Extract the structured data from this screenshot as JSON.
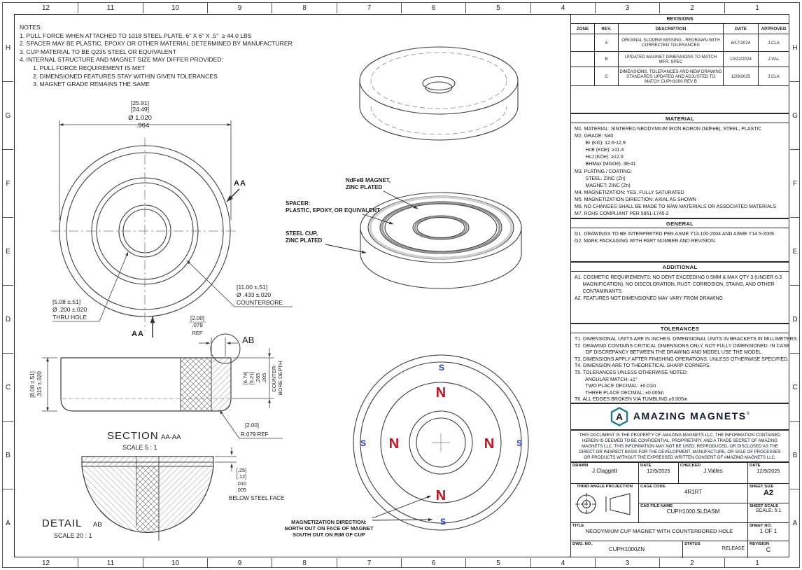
{
  "zones": {
    "cols": [
      "12",
      "11",
      "10",
      "9",
      "8",
      "7",
      "6",
      "5",
      "4",
      "3",
      "2",
      "1"
    ],
    "rows": [
      "H",
      "G",
      "F",
      "E",
      "D",
      "C",
      "B",
      "A"
    ]
  },
  "notes": {
    "lines": [
      "NOTES:",
      "1. PULL FORCE WHEN ATTACHED TO 1018 STEEL PLATE, 6\" X 6\" X .5\"  ≥ 44.0 LBS",
      "2. SPACER MAY BE PLASTIC, EPOXY OR OTHER MATERIAL DETERMINED BY MANUFACTURER",
      "3. CUP MATERIAL TO BE Q235 STEEL OR EQUIVALENT",
      "4. INTERNAL STRUCTURE AND MAGNET SIZE MAY DIFFER PROVIDED:",
      "        1. PULL FORCE REQUIREMENT IS MET",
      "        2. DIMENSIONED FEATURES STAY WITHIN GIVEN TOLERANCES",
      "        3. MAGNET GRADE REMAINS THE SAME"
    ]
  },
  "views": {
    "front": {
      "dim1": [
        "[25.91]",
        "[24.49]",
        "Ø 1.020",
        ".964"
      ],
      "thru": [
        "[5.08 ±.51]",
        "Ø .200 ±.020",
        "THRU HOLE"
      ],
      "cbore": [
        "[11.00 ±.51]",
        "Ø .433 ±.020",
        "COUNTERBORE"
      ],
      "section_arrow": "AA"
    },
    "section": {
      "name": "SECTION",
      "suffix": "AA-AA",
      "scale": "SCALE 5 : 1",
      "h_dim": [
        "[8.00 ±.51]",
        ".315 ±.020"
      ],
      "wall": [
        "[2.00]",
        ".079",
        "REF"
      ],
      "depth": [
        "[6.74]",
        "[5.21]",
        ".265",
        ".205"
      ],
      "depth_label": [
        "COUNTER-",
        "BORE DEPTH"
      ],
      "radius": [
        "[2.00]",
        "R.079  REF"
      ],
      "detail_ref": "AB"
    },
    "detail": {
      "name": "DETAIL",
      "suffix": "AB",
      "scale": "SCALE 20 : 1",
      "thick": [
        "[.25]",
        "[.12]",
        ".010",
        ".005"
      ],
      "below": "BELOW STEEL FACE"
    },
    "callouts": {
      "magnet": [
        "NdFeB MAGNET,",
        "ZINC PLATED"
      ],
      "spacer": [
        "SPACER:",
        "PLASTIC, EPOXY, OR EQUIVALENT"
      ],
      "cup": [
        "STEEL CUP,",
        "ZINC PLATED"
      ]
    },
    "mag": {
      "n": "N",
      "s": "S",
      "north_color": "#c1121f",
      "south_color": "#1d3bbf",
      "note": [
        "MAGNETIZATION DIRECTION:",
        "NORTH OUT ON FACE OF MAGNET",
        "SOUTH OUT ON RIM OF CUP"
      ]
    }
  },
  "revisions": {
    "title": "REVISIONS",
    "headers": [
      "ZONE",
      "REV.",
      "DESCRIPTION",
      "DATE",
      "APPROVED"
    ],
    "rows": [
      {
        "zone": "",
        "rev": "A",
        "desc": "ORIGINAL SLDDRW MISSING - REDRAWN WITH CORRECTED TOLERANCES",
        "date": "6/17/2024",
        "appr": "J.CLA"
      },
      {
        "zone": "",
        "rev": "B",
        "desc": "UPDATED MAGNET DIMENSIONS TO MATCH MFR. SPEC",
        "date": "10/22/2024",
        "appr": "J.VAL"
      },
      {
        "zone": "",
        "rev": "C",
        "desc": "DIMENSIONS, TOLERANCES AND NEW DRAWING STANDARDS UPDATED AND ADJUSTED TO MATCH CUPH1000 REV B",
        "date": "12/9/2025",
        "appr": "J.CLA"
      }
    ]
  },
  "material": {
    "title": "MATERIAL",
    "lines": [
      "M1. MATERIAL: SINTERED NEODYMIUM IRON BORON (NdFeB), STEEL, PLASTIC",
      "M2. GRADE: N40",
      "        Br (KG): 12.6-12.9",
      "        HcB (KOe): ≥11.4",
      "        HcJ (KOe): ≥12.0",
      "        BHMax (MGOe): 38-41",
      "M3. PLATING / COATING:",
      "        STEEL: ZINC (Zn)",
      "        MAGNET: ZINC (Zn)",
      "M4. MAGNETIZATION: YES, FULLY SATURATED",
      "M5. MAGNETIZATION DIRECTION: AXIAL AS SHOWN",
      "M6. NO CHANGES SHALL BE MADE TO RAW MATERIALS OR ASSOCIATED MATERIALS",
      "M7. ROHS COMPLIANT PER 5951-1745-2"
    ]
  },
  "general": {
    "title": "GENERAL",
    "lines": [
      "G1. DRAWINGS TO BE INTERPRETED PER ASME Y14.100-2004 AND ASME Y14.5-2009.",
      "G2. MARK PACKAGING WITH PART NUMBER AND REVISION."
    ]
  },
  "additional": {
    "title": "ADDITIONAL",
    "lines": [
      "A1. COSMETIC REQUIREMENTS: NO DENT EXCEEDING 0.5MM & MAX QTY 3 (UNDER 6.3",
      "      MAGNIFICATION). NO DISCOLORATION, RUST, CORROSION, STAINS, AND OTHER",
      "      CONTAMINANTS.",
      "A2. FEATURES NOT DIMENSIONED MAY VARY FROM DRAWING"
    ]
  },
  "tolerances": {
    "title": "TOLERANCES",
    "lines": [
      "T1. DIMENSIONAL UNITS ARE IN INCHES. DIMENSIONAL UNITS IN BRACKETS IN MILLIMETERS.",
      "T2. DRAWING CONTAINS CRITICAL DIMENSIONS ONLY, NOT FULLY DIMENSIONED. IN CASE",
      "        OF DISCREPANCY BETWEEN THE DRAWING AND MODEL USE THE MODEL.",
      "T3. DIMENSIONS APPLY AFTER FINISHING OPERATIONS, UNLESS OTHERWISE SPECIFIED.",
      "T4. DIMENSION ARE TO THEORETICAL SHARP CORNERS.",
      "T5. TOLERANCES UNLESS OTHERWISE NOTED:",
      "        ANGULAR MATCH: ±1°",
      "        TWO PLACE DECIMAL: ±0.01in",
      "        THREE PLACE DECIMAL: ±0.005in",
      "T6. ALL EDGES BROKEN VIA TUMBLING ≥0.005in"
    ]
  },
  "brand": {
    "name": "AMAZING MAGNETS",
    "reg": "®",
    "icon_letter": "A",
    "accent": "#1d7a8c",
    "legal": "THIS DOCUMENT IS THE PROPERTY OF AMAZING MAGNETS LLC. THE INFORMATION CONTAINED HEREIN IS DEEMED TO BE CONFIDENTIAL, PROPRIETARY, AND A TRADE SECRET OF AMAZING MAGNETS LLC. THIS INFORMATION MAY NOT BE USED, REPRODUCED, OR DISCLOSED AS THE DIRECT OR INDIRECT BASIS FOR THE DEVELOPMENT, MANUFACTURE, OR SALE OF PROCESSES OR PRODUCTS WITHOUT THE EXPRESSED WRITTEN CONSENT OF AMAZING MAGNETS LLC."
  },
  "tb": {
    "drawn_label": "DRAWN",
    "drawn": "J.Claggett",
    "date1_label": "DATE",
    "date1": "12/9/2025",
    "checked_label": "CHECKED",
    "checked": "J.Valles",
    "date2_label": "DATE",
    "date2": "12/9/2025",
    "proj_label": "THIRD ANGLE PROJECTION",
    "cage_label": "CAGE CODE",
    "cage": "4R1R7",
    "size_label": "SHEET SIZE",
    "size": "A2",
    "cad_label": "CAD FILE NAME",
    "cad": "CUPH1000.SLDASM",
    "scale_label": "SHEET SCALE",
    "scale": "SCALE: 5:1",
    "title_label": "TITLE",
    "title": "NEODYMIUM CUP MAGNET WITH COUNTERBORED HOLE",
    "sheetno_label": "SHEET NO.",
    "sheetno": "1 OF 1",
    "dwg_label": "DWG. NO.",
    "dwg": "CUPH1000ZN",
    "status_label": "STATUS",
    "status": "RELEASE",
    "rev_label": "REVISION",
    "rev": "C"
  }
}
